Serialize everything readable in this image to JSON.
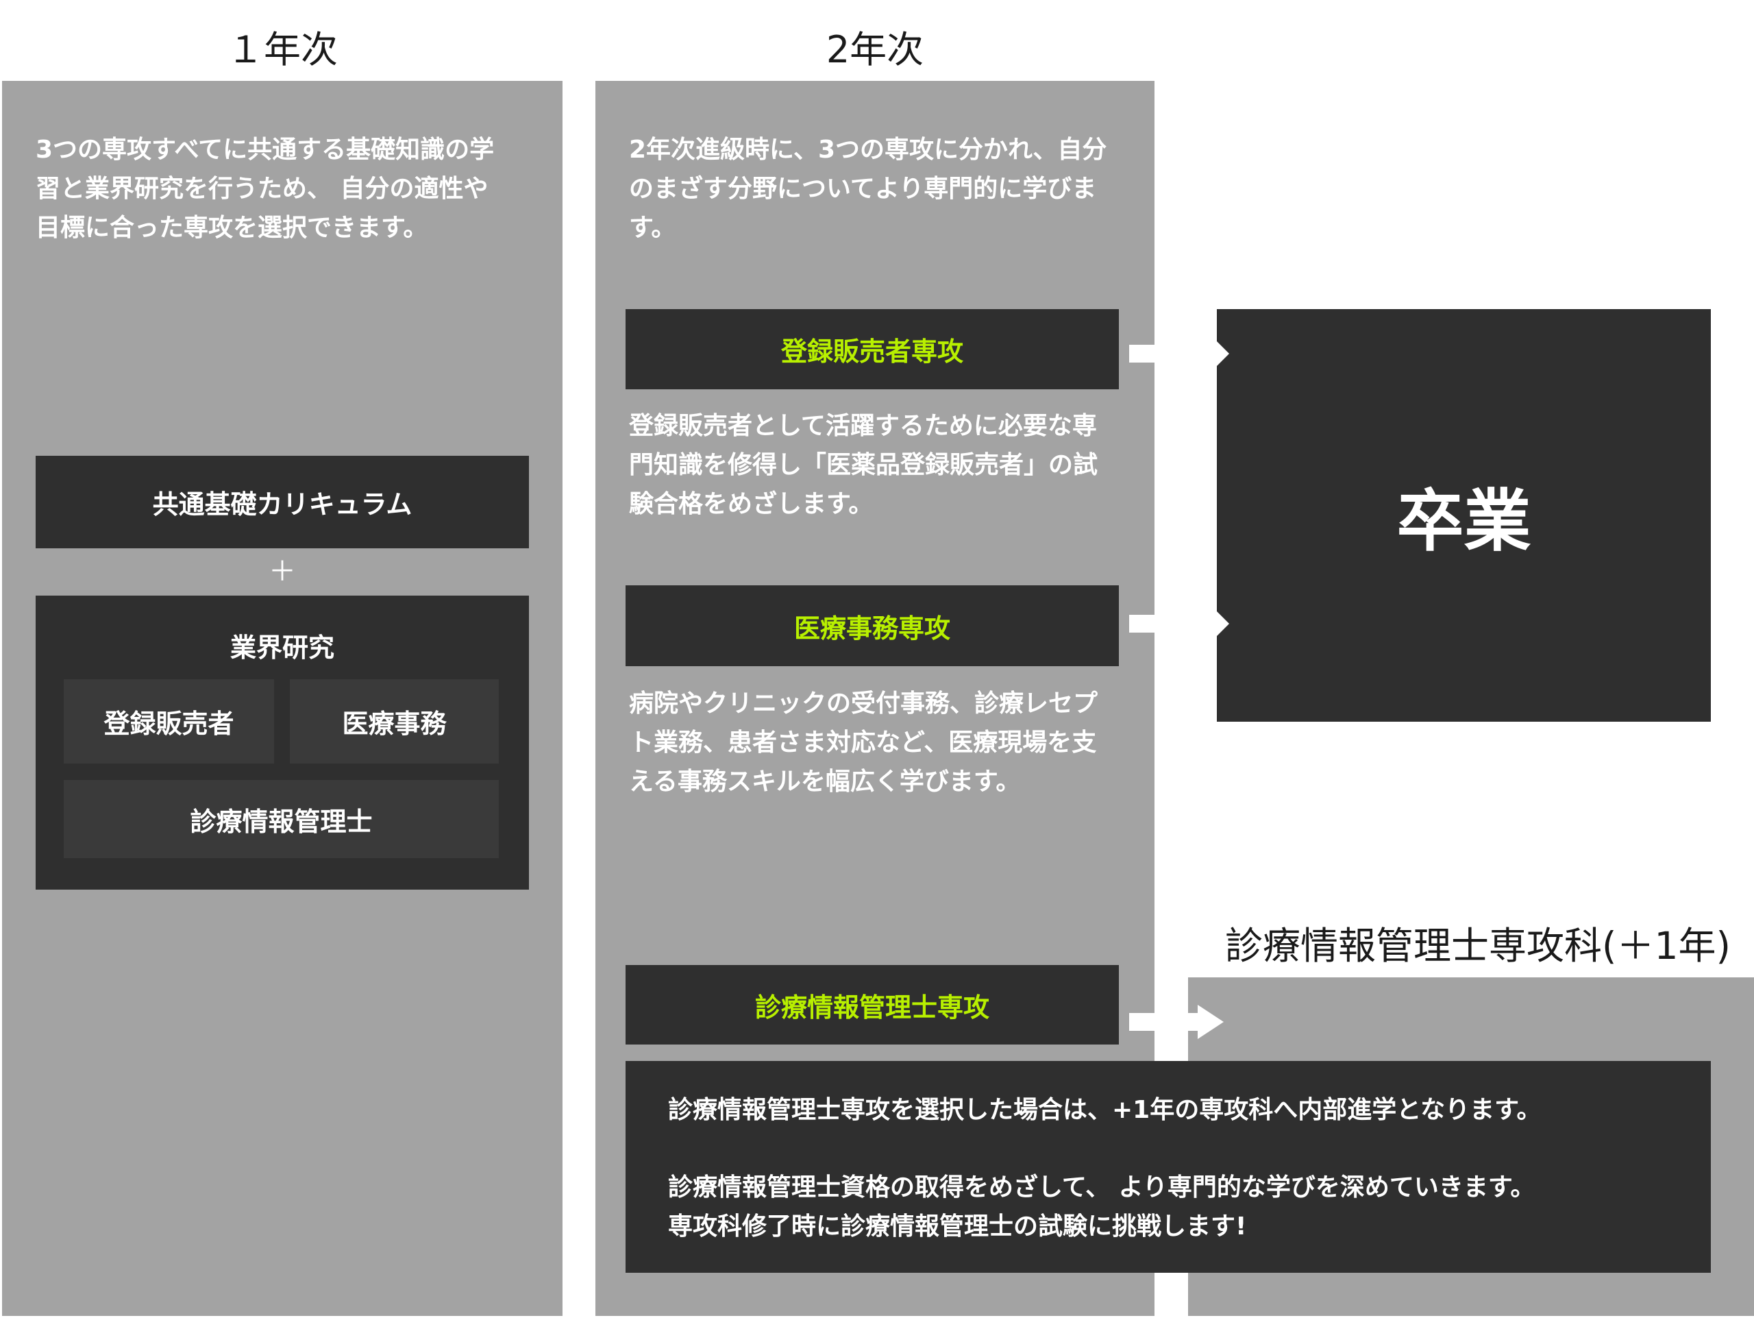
{
  "year1": {
    "title": "１年次",
    "description": "3つの専攻すべてに共通する基礎知識の学習と業界研究を行うため、 自分の適性や目標に合った専攻を選択できます。",
    "common_curriculum": "共通基礎カリキュラム",
    "plus": "＋",
    "industry_research": {
      "title": "業界研究",
      "items": [
        "登録販売者",
        "医療事務",
        "診療情報管理士"
      ]
    }
  },
  "year2": {
    "title": "2年次",
    "description": "2年次進級時に、3つの専攻に分かれ、自分のまざす分野についてより専門的に学びます。",
    "majors": [
      {
        "name": "登録販売者専攻",
        "description": "登録販売者として活躍するために必要な専門知識を修得し「医薬品登録販売者」の試験合格をめざします。"
      },
      {
        "name": "医療事務専攻",
        "description": "病院やクリニックの受付事務、診療レセプト業務、患者さま対応など、医療現場を支える事務スキルを幅広く学びます。"
      },
      {
        "name": "診療情報管理士専攻"
      }
    ]
  },
  "graduation": "卒業",
  "extra_year": {
    "title": "診療情報管理士専攻科(＋1年)",
    "line1": "診療情報管理士専攻を選択した場合は、+1年の専攻科へ内部進学となります。",
    "line2": "診療情報管理士資格の取得をめざして、 より専門的な学びを深めていきます。",
    "line3": "専攻科修了時に診療情報管理士の試験に挑戦します!"
  },
  "colors": {
    "accent": "#b8f000",
    "panel": "#a3a3a3",
    "box": "#2f2f2f"
  }
}
